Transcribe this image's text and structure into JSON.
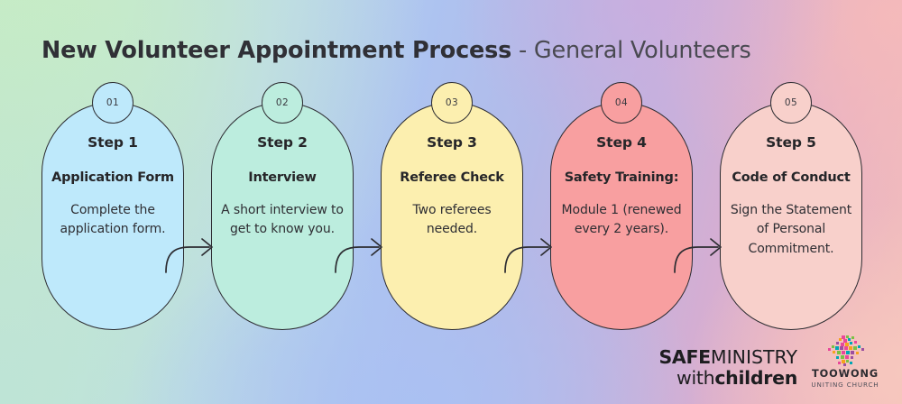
{
  "title": {
    "bold_part": "New Volunteer Appointment Process",
    "light_part": " - General Volunteers"
  },
  "steps": [
    {
      "badge": "01",
      "step_label": "Step 1",
      "name": "Application Form",
      "description": "Complete the application form.",
      "fill": "#bee9fb"
    },
    {
      "badge": "02",
      "step_label": "Step 2",
      "name": "Interview",
      "description": "A short interview to get to know you.",
      "fill": "#bcedde"
    },
    {
      "badge": "03",
      "step_label": "Step 3",
      "name": "Referee Check",
      "description": "Two referees needed.",
      "fill": "#fcefaf"
    },
    {
      "badge": "04",
      "step_label": "Step 4",
      "name": "Safety Training:",
      "description": "Module 1 (renewed every 2 years).",
      "fill": "#f89fa0"
    },
    {
      "badge": "05",
      "step_label": "Step 5",
      "name": "Code of Conduct",
      "description": "Sign the Statement of Personal Commitment.",
      "fill": "#f8d0cb"
    }
  ],
  "connectors": {
    "icon": "curved-arrow-icon",
    "count": 4,
    "stroke": "#2c2c31"
  },
  "footer": {
    "safe_ministry": {
      "line1_bold": "SAFE",
      "line1_light": "MINISTRY",
      "line2_light": "with",
      "line2_bold": "children"
    },
    "toowong": {
      "mark": "mosaic-cross-icon",
      "name": "TOOWONG",
      "subtitle": "UNITING CHURCH"
    }
  },
  "theme": {
    "outline": "#2c2c31",
    "title_color": "#303036",
    "body_text": "#2e2e33"
  }
}
